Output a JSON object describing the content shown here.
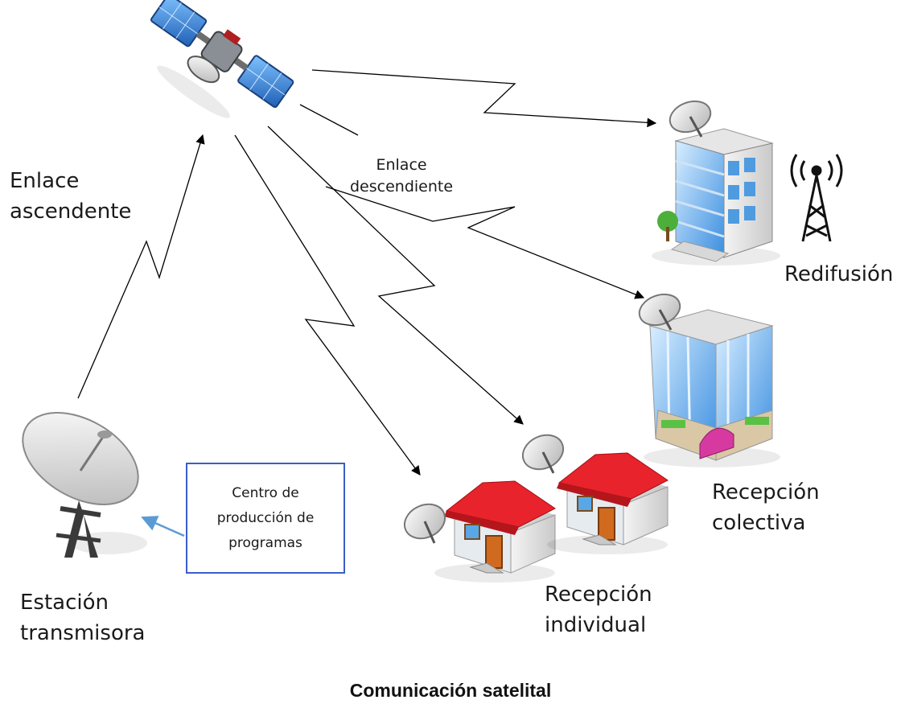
{
  "labels": {
    "uplink": [
      "Enlace",
      "ascendente"
    ],
    "downlink": [
      "Enlace",
      "descendiente"
    ],
    "broadcast": "Redifusión",
    "collective": [
      "Recepción",
      "colectiva"
    ],
    "individual": [
      "Recepción",
      "individual"
    ],
    "station": [
      "Estación",
      "transmisora"
    ],
    "production_center": [
      "Centro de",
      "producción de",
      "programas"
    ]
  },
  "caption": "Comunicación satelital",
  "icons": {
    "satellite": "satellite-icon",
    "dish": "satellite-dish-icon",
    "office": "office-building-icon",
    "tower": "broadcast-tower-icon",
    "house": "house-icon",
    "collective_building": "apartment-building-icon"
  },
  "colors": {
    "box_border": "#3a5ec9",
    "feed_arrow": "#5b9bd5",
    "roof": "#e8232b",
    "building_glass": "#5aa7e6",
    "solar_panel": "#2f7fd6"
  }
}
